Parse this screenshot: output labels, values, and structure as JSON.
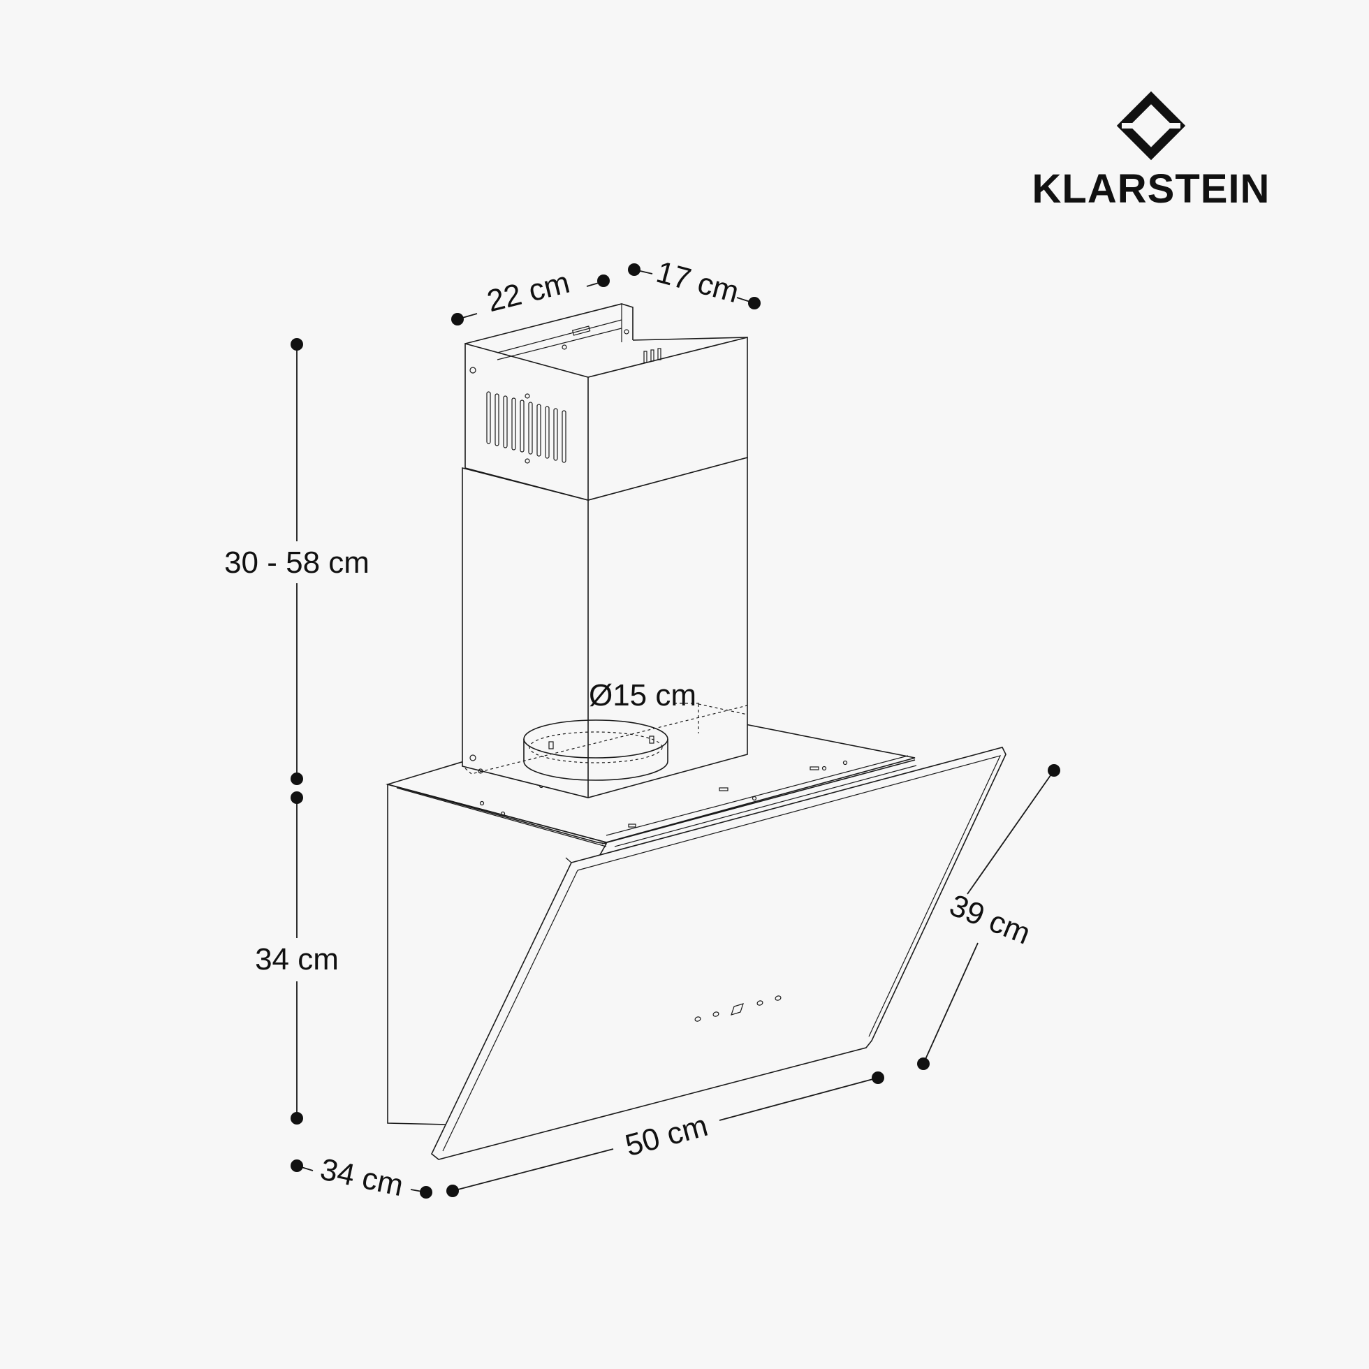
{
  "brand": {
    "name": "KLARSTEIN",
    "logo_icon": "klarstein-logo-icon"
  },
  "dimensions": {
    "chimney_width": "22 cm",
    "chimney_depth": "17 cm",
    "chimney_height": "30 - 58 cm",
    "body_height": "34 cm",
    "body_depth": "34 cm",
    "width": "50 cm",
    "glass_depth": "39 cm",
    "duct_diameter": "Ø15 cm"
  },
  "colors": {
    "background": "#f7f7f7",
    "ink": "#111111"
  }
}
